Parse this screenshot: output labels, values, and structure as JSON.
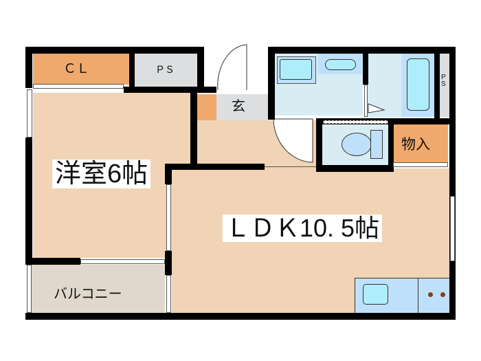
{
  "floor_plan": {
    "rooms": {
      "closet": {
        "label": "ＣＬ"
      },
      "pipe_space_1": {
        "label": "ＰＳ"
      },
      "entrance": {
        "label": "玄"
      },
      "western_room": {
        "label": "洋室6帖"
      },
      "ldk": {
        "label": "ＬＤＫ10. 5帖"
      },
      "storage": {
        "label": "物入"
      },
      "pipe_space_2": {
        "label": "P S"
      },
      "balcony": {
        "label": "バルコニー"
      }
    },
    "colors": {
      "floor": "#f1d3b5",
      "closet": "#f0a96c",
      "utility": "#dcdedf",
      "wet_area": "#d8ecf4",
      "fixture": "#bfe0fa",
      "balcony": "#e0d8cc",
      "wall": "#000000"
    }
  }
}
